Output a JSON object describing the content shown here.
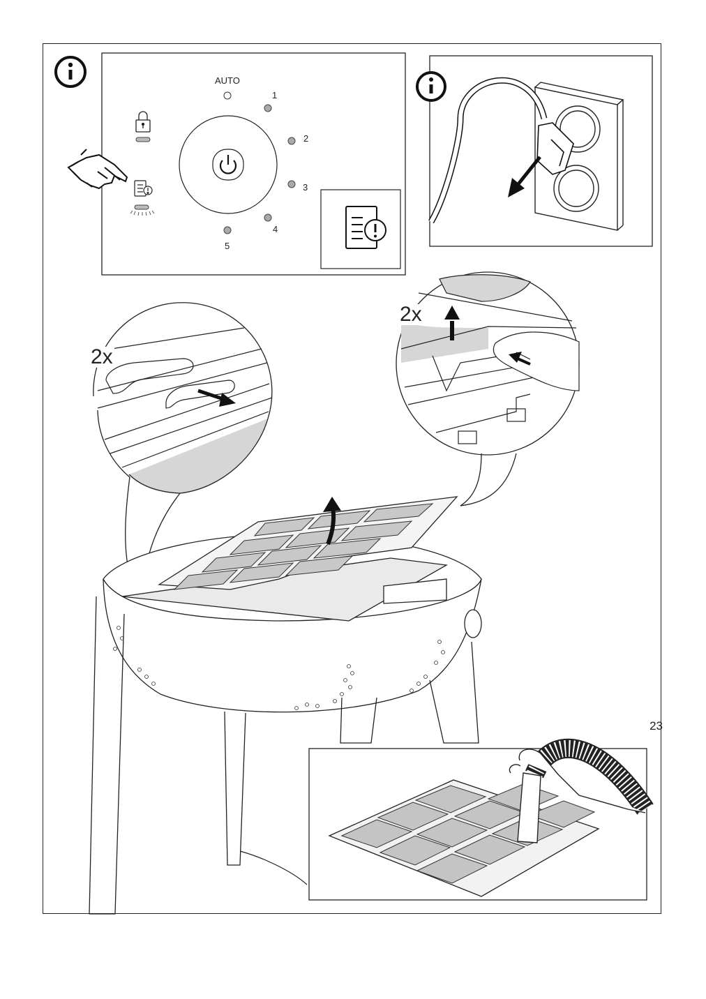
{
  "panel_control": {
    "auto_label": "AUTO",
    "speed_labels": [
      "1",
      "2",
      "3",
      "4",
      "5"
    ],
    "icons": [
      "info-icon",
      "lock-icon",
      "filter-alert-icon",
      "power-icon",
      "pointing-hand-icon"
    ]
  },
  "panel_unplug": {
    "icons": [
      "info-icon",
      "plug-icon",
      "wall-outlet-icon",
      "arrow-icon"
    ]
  },
  "detail_left": {
    "multiplier": "2x"
  },
  "detail_right": {
    "multiplier": "2x"
  },
  "bottom_panel": {
    "icons": [
      "vacuum-hose-icon",
      "filter-grid-icon",
      "hand-icon"
    ]
  },
  "page": {
    "number": "23"
  }
}
